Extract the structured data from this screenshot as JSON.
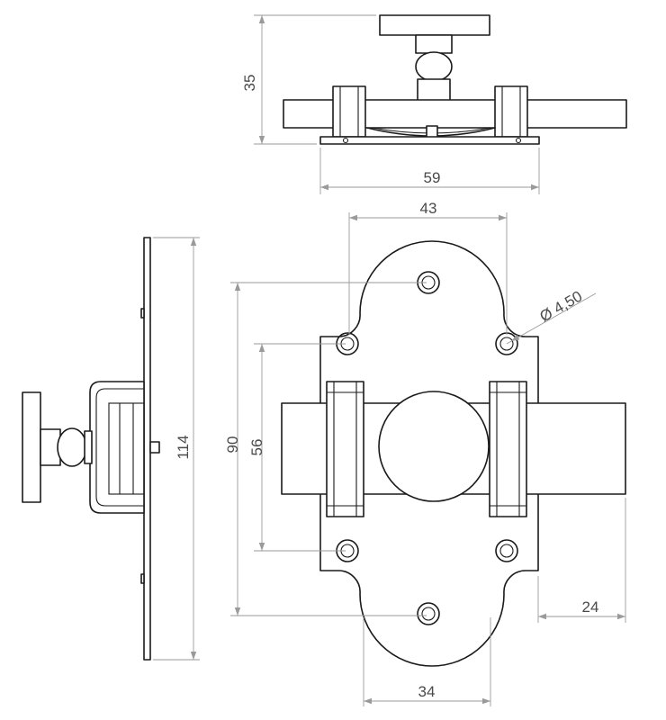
{
  "colors": {
    "ink": "#1a1a1a",
    "dimension": "#9a9a9a",
    "dimension_text": "#4a4a4a",
    "background": "#ffffff"
  },
  "dimensions": {
    "top_height": "35",
    "top_width": "59",
    "plate_width": "43",
    "hole_diameter": "Ø 4,50",
    "outer_hole_spacing": "90",
    "inner_hole_spacing": "56",
    "bottom_width": "34",
    "bolt_throw": "24",
    "side_height": "114"
  }
}
